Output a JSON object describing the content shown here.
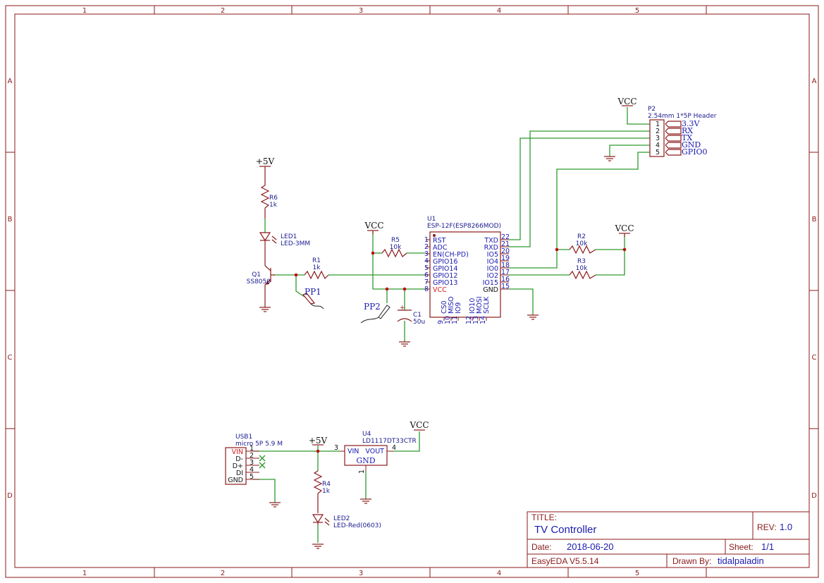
{
  "border": {
    "columns": [
      "1",
      "2",
      "3",
      "4",
      "5"
    ],
    "rows": [
      "A",
      "B",
      "C",
      "D"
    ]
  },
  "power": {
    "vcc": "VCC",
    "plus5v": "+5V"
  },
  "components": {
    "r6": {
      "ref": "R6",
      "val": "1k"
    },
    "led1": {
      "ref": "LED1",
      "val": "LED-3MM"
    },
    "q1": {
      "ref": "Q1",
      "val": "SS8050"
    },
    "r1": {
      "ref": "R1",
      "val": "1k"
    },
    "pp1": "PP1",
    "pp2": "PP2",
    "r5": {
      "ref": "R5",
      "val": "10k"
    },
    "c1": {
      "ref": "C1",
      "val": "50u"
    },
    "u1": {
      "ref": "U1",
      "val": "ESP-12F(ESP8266MOD)"
    },
    "r2": {
      "ref": "R2",
      "val": "10k"
    },
    "r3": {
      "ref": "R3",
      "val": "10k"
    },
    "p2": {
      "ref": "P2",
      "val": "2.54mm 1*5P Header"
    },
    "usb1": {
      "ref": "USB1",
      "val": "micro 5P 5.9 M"
    },
    "u4": {
      "ref": "U4",
      "val": "LD1117DT33CTR"
    },
    "r4": {
      "ref": "R4",
      "val": "1k"
    },
    "led2": {
      "ref": "LED2",
      "val": "LED-Red(0603)"
    }
  },
  "u1_left_pins": [
    {
      "num": "1",
      "name": "RST"
    },
    {
      "num": "2",
      "name": "ADC"
    },
    {
      "num": "3",
      "name": "EN(CH-PD)"
    },
    {
      "num": "4",
      "name": "GPIO16"
    },
    {
      "num": "5",
      "name": "GPIO14"
    },
    {
      "num": "6",
      "name": "GPIO12"
    },
    {
      "num": "7",
      "name": "GPIO13"
    },
    {
      "num": "8",
      "name": "VCC"
    }
  ],
  "u1_right_pins": [
    {
      "num": "22",
      "name": "TXD"
    },
    {
      "num": "21",
      "name": "RXD"
    },
    {
      "num": "20",
      "name": "IO5"
    },
    {
      "num": "19",
      "name": "IO4"
    },
    {
      "num": "18",
      "name": "IO0"
    },
    {
      "num": "17",
      "name": "IO2"
    },
    {
      "num": "16",
      "name": "IO15"
    },
    {
      "num": "15",
      "name": "GND"
    }
  ],
  "u1_bottom_pins": [
    {
      "num": "9",
      "name": "CS0"
    },
    {
      "num": "10",
      "name": "MISO"
    },
    {
      "num": "11",
      "name": "IO9"
    },
    {
      "num": "12",
      "name": "IO10"
    },
    {
      "num": "13",
      "name": "MOSI"
    },
    {
      "num": "14",
      "name": "SCLK"
    }
  ],
  "p2_pins": [
    {
      "num": "1",
      "name": "3.3V"
    },
    {
      "num": "2",
      "name": "RX"
    },
    {
      "num": "3",
      "name": "TX"
    },
    {
      "num": "4",
      "name": "GND"
    },
    {
      "num": "5",
      "name": "GPIO0"
    }
  ],
  "usb_pins": [
    {
      "num": "1",
      "name": "VIN"
    },
    {
      "num": "2",
      "name": "D-"
    },
    {
      "num": "3",
      "name": "D+"
    },
    {
      "num": "4",
      "name": "DI"
    },
    {
      "num": "5",
      "name": "GND"
    }
  ],
  "u4_pins": {
    "vin_num": "3",
    "vin": "VIN",
    "vout_num": "4",
    "vout": "VOUT",
    "gnd": "GND",
    "gnd_num": "1"
  },
  "title_block": {
    "title_label": "TITLE:",
    "title": "TV Controller",
    "rev_label": "REV:",
    "rev": "1.0",
    "date_label": "Date:",
    "date": "2018-06-20",
    "sheet_label": "Sheet:",
    "sheet": "1/1",
    "tool": "EasyEDA V5.5.14",
    "drawn_label": "Drawn By:",
    "drawn": "tidalpaladin"
  }
}
